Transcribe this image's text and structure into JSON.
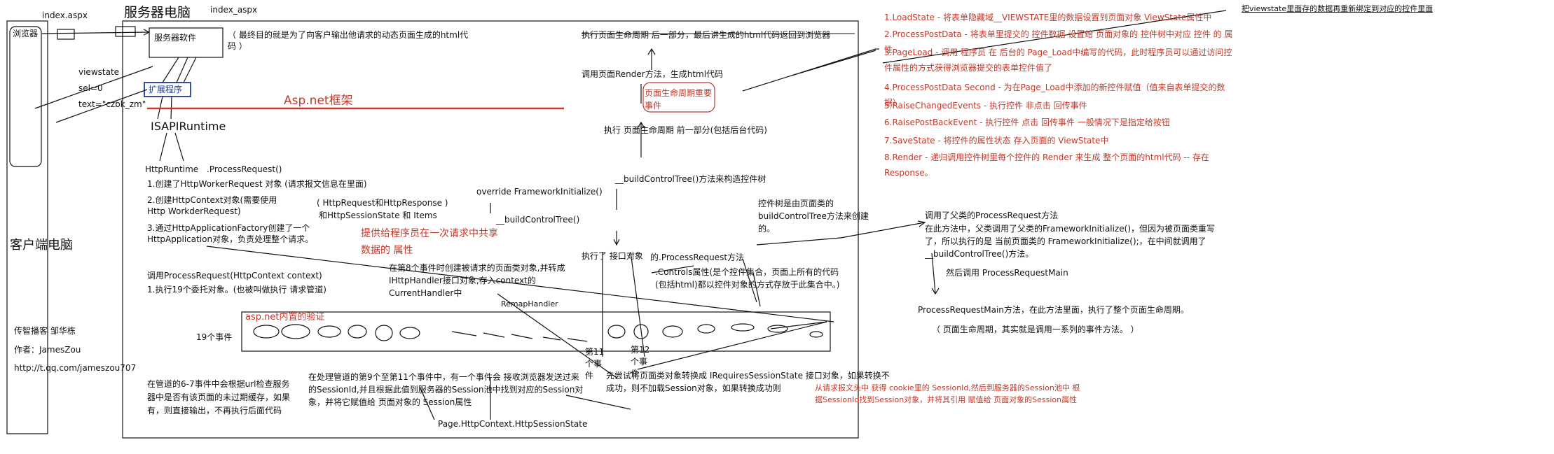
{
  "top": {
    "index_aspx_1": "index.aspx",
    "server_pc": "服务器电脑",
    "index_aspx_2": "index_aspx",
    "browser": "浏览器",
    "server_software": "服务器软件",
    "server_note": "（ 最终目的就是为了向客户输出他请求的动态页面生成的html代码 ）",
    "viewstate": "viewstate",
    "sel": "sel=0",
    "text_field": "text=\"czbk_zm\"",
    "extension": "扩展程序",
    "aspnet_framework": "Asp.net框架",
    "isapi": "ISAPIRuntime",
    "client_pc": "客户端电脑"
  },
  "left": {
    "http_runtime": "HttpRuntime",
    "process_request": ".ProcessRequest()",
    "step1": "1.创建了HttpWorkerRequest 对象 (请求报文信息在里面)",
    "step2": "2.创建HttpContext对象(需要使用Http WorkderRequest)",
    "step3": "3.通过HttpApplicationFactory创建了一个HttpApplication对象，负责处理整个请求。",
    "context_members": "( HttpRequest和HttpResponse )",
    "context_members2": "和HttpSessionState 和 Items",
    "shared_data": "提供给程序员在一次请求中共享数据的 属性",
    "call_process": "调用ProcessRequest(HttpContext context)",
    "exec19": "1.执行19个委托对象。(也被叫做执行 请求管道)",
    "aspnet_validation": "asp.net内置的验证",
    "events19": "19个事件",
    "credit_org": "传智播客 邹华栋",
    "credit_author": "作者：JamesZou",
    "credit_url": "http://t.qq.com/jameszou707",
    "pipeline_6_7": "在管道的6-7事件中会根据url检查服务器中是否有该页面的未过期缓存，如果有，则直接输出，不再执行后面代码",
    "pipeline_9_11": "在处理管道的第9个至第11个事件中，有一个事件会 接收浏览器发送过来的SessionId,并且根据此值到服务器的Session池中找到对应的Session对象，并将它赋值给 页面对象的 Session属性",
    "http_session_state": "Page.HttpContext.HttpSessionState"
  },
  "middle": {
    "event8": "在第8个事件时创建被请求的页面类对象,并转成IHttpHandler接口对象,存入context的CurrentHandler中",
    "remap_handler": "RemapHandler",
    "override_fi": "override FrameworkInitialize()",
    "build_tree_call": "__buildControlTree()",
    "exec_interface": "执行了 接口对象",
    "process_request_method": "的.ProcessRequest方法",
    "controls_prop": ".Controls属性(是个控件集合，页面上所有的代码(包括html)都以控件对象的方式存放于此集合中。)",
    "build_tree_method": "__buildControlTree()方法来构造控件树",
    "control_tree_note": "控件树是由页面类的buildControlTree方法来创建的。",
    "event11": "第11个事件",
    "event12": "第12个事件",
    "session_convert": "先尝试将页面类对象转换成 IRequiresSessionState 接口对象，如果转换不成功，则不加载Session对象，如果转换成功则",
    "session_cookie": "从请求报文头中 获得 cookie里的 SessionId,然后到服务器的Session池中 根据SessionId找到Session对象，并将其引用 赋值给 页面对象的Session属性",
    "lifecycle_front": "执行 页面生命周期 前一部分(包括后台代码)",
    "lifecycle_important": "页面生命周期重要事件",
    "render_method": "调用页面Render方法，生成html代码",
    "lifecycle_back": "执行页面生命周期 后一部分，最后讲生成的html代码返回到浏览器"
  },
  "right": {
    "parent_process": "调用了父类的ProcessRequest方法",
    "parent_detail": "在此方法中，父类调用了父类的FrameworkInitialize()，但因为被页面类重写了，所以执行的是 当前页面类的 FrameworkInitialize();，在中间就调用了 __buildControlTree()方法。",
    "then_call": "然后调用 ProcessRequestMain",
    "main_method": "ProcessRequestMain方法，在此方法里面，执行了整个页面生命周期。",
    "main_note": "（ 页面生命周期，其实就是调用一系列的事件方法。 ）",
    "viewstate_note": "把viewstate里面存的数据再重新绑定到对应的控件里面",
    "events": [
      "1.LoadState - 将表单隐藏域__VIEWSTATE里的数据设置到页面对象 ViewState属性中",
      "2.ProcessPostData - 将表单里提交的 控件数据   设置给 页面对象的 控件树中对应 控件 的 属性",
      "3.PageLoad - 调用 程序员 在 后台的 Page_Load中编写的代码，此时程序员可以通过访问控件属性的方式获得浏览器提交的表单控件值了",
      "4.ProcessPostData Second - 为在Page_Load中添加的新控件赋值（值来自表单提交的数据）",
      "5.RaiseChangedEvents - 执行控件 非点击 回传事件",
      "6.RaisePostBackEvent - 执行控件  点击 回传事件   一般情况下是指定给按钮",
      "7.SaveState - 将控件的属性状态 存入页面的 ViewState中",
      "8.Render - 递归调用控件树里每个控件的 Render 来生成 整个页面的html代码 -- 存在 Response。"
    ]
  }
}
